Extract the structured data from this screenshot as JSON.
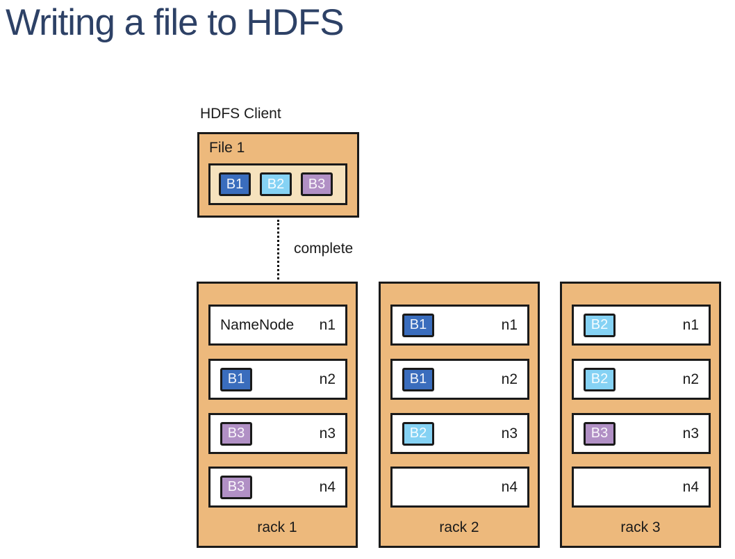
{
  "title": "Writing a file to HDFS",
  "client": {
    "label": "HDFS Client",
    "file_label": "File 1",
    "blocks": [
      "B1",
      "B2",
      "B3"
    ]
  },
  "arrow_label": "complete",
  "block_colors": {
    "B1": "#3a6dbd",
    "B2": "#85d2f4",
    "B3": "#b190c5"
  },
  "palette": {
    "rack_fill": "#edb97c",
    "file_fill": "#f6e2bd",
    "title_color": "#2d4166",
    "border": "#1a1a1a"
  },
  "racks": [
    {
      "label": "rack 1",
      "nodes": [
        {
          "name": "n1",
          "label": "NameNode",
          "block": null
        },
        {
          "name": "n2",
          "label": null,
          "block": "B1"
        },
        {
          "name": "n3",
          "label": null,
          "block": "B3"
        },
        {
          "name": "n4",
          "label": null,
          "block": "B3"
        }
      ]
    },
    {
      "label": "rack 2",
      "nodes": [
        {
          "name": "n1",
          "label": null,
          "block": "B1"
        },
        {
          "name": "n2",
          "label": null,
          "block": "B1"
        },
        {
          "name": "n3",
          "label": null,
          "block": "B2"
        },
        {
          "name": "n4",
          "label": null,
          "block": null
        }
      ]
    },
    {
      "label": "rack 3",
      "nodes": [
        {
          "name": "n1",
          "label": null,
          "block": "B2"
        },
        {
          "name": "n2",
          "label": null,
          "block": "B2"
        },
        {
          "name": "n3",
          "label": null,
          "block": "B3"
        },
        {
          "name": "n4",
          "label": null,
          "block": null
        }
      ]
    }
  ]
}
